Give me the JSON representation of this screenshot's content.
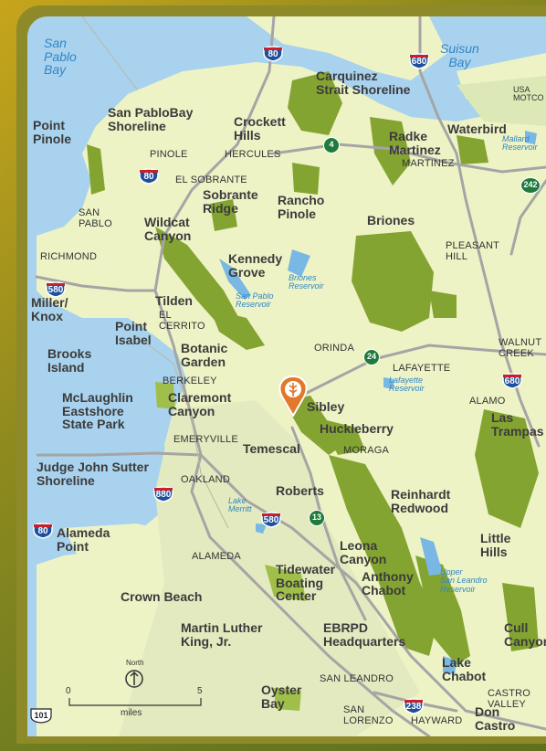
{
  "water_labels": [
    {
      "id": "san-pablo-bay",
      "text": "San\nPablo\nBay"
    },
    {
      "id": "suisun-bay",
      "text": "Suisun\nBay"
    },
    {
      "id": "lake-merritt",
      "text": "Lake\nMerritt"
    },
    {
      "id": "briones-reservoir",
      "text": "Briones\nReservoir"
    },
    {
      "id": "san-pablo-reservoir",
      "text": "San Pablo\nReservoir"
    },
    {
      "id": "lafayette-reservoir",
      "text": "Lafayette\nReservoir"
    },
    {
      "id": "mallard-reservoir",
      "text": "Mallard\nReservoir"
    },
    {
      "id": "upper-san-leandro-reservoir",
      "text": "Upper\nSan Leandro\nReservoir"
    }
  ],
  "park_labels": [
    {
      "id": "carquinez",
      "text": "Carquinez\nStrait Shoreline"
    },
    {
      "id": "san-pablobay-shoreline",
      "text": "San PabloBay\nShoreline"
    },
    {
      "id": "crockett-hills",
      "text": "Crockett\nHills"
    },
    {
      "id": "radke-martinez",
      "text": "Radke\nMartinez"
    },
    {
      "id": "waterbird",
      "text": "Waterbird"
    },
    {
      "id": "point-pinole",
      "text": "Point\nPinole"
    },
    {
      "id": "sobrante-ridge",
      "text": "Sobrante\nRidge"
    },
    {
      "id": "rancho-pinole",
      "text": "Rancho\nPinole"
    },
    {
      "id": "wildcat-canyon",
      "text": "Wildcat\nCanyon"
    },
    {
      "id": "briones",
      "text": "Briones"
    },
    {
      "id": "kennedy-grove",
      "text": "Kennedy\nGrove"
    },
    {
      "id": "miller-knox",
      "text": "Miller/\nKnox"
    },
    {
      "id": "tilden",
      "text": "Tilden"
    },
    {
      "id": "point-isabel",
      "text": "Point\nIsabel"
    },
    {
      "id": "brooks-island",
      "text": "Brooks\nIsland"
    },
    {
      "id": "botanic-garden",
      "text": "Botanic\nGarden"
    },
    {
      "id": "mclaughlin",
      "text": "McLaughlin\nEastshore\nState Park"
    },
    {
      "id": "claremont-canyon",
      "text": "Claremont\nCanyon"
    },
    {
      "id": "sibley",
      "text": "Sibley"
    },
    {
      "id": "huckleberry",
      "text": "Huckleberry"
    },
    {
      "id": "las-trampas",
      "text": "Las\nTrampas"
    },
    {
      "id": "temescal",
      "text": "Temescal"
    },
    {
      "id": "judge-john-sutter",
      "text": "Judge John Sutter\nShoreline"
    },
    {
      "id": "roberts",
      "text": "Roberts"
    },
    {
      "id": "reinhardt-redwood",
      "text": "Reinhardt\nRedwood"
    },
    {
      "id": "alameda-point",
      "text": "Alameda\nPoint"
    },
    {
      "id": "little-hills",
      "text": "Little\nHills"
    },
    {
      "id": "leona-canyon",
      "text": "Leona\nCanyon"
    },
    {
      "id": "tidewater",
      "text": "Tidewater\nBoating\nCenter"
    },
    {
      "id": "anthony-chabot",
      "text": "Anthony\nChabot"
    },
    {
      "id": "crown-beach",
      "text": "Crown Beach"
    },
    {
      "id": "martin-luther-king",
      "text": "Martin Luther\nKing, Jr."
    },
    {
      "id": "ebrpd-hq",
      "text": "EBRPD\nHeadquarters"
    },
    {
      "id": "cull-canyon",
      "text": "Cull\nCanyon"
    },
    {
      "id": "lake-chabot",
      "text": "Lake\nChabot"
    },
    {
      "id": "oyster-bay",
      "text": "Oyster\nBay"
    },
    {
      "id": "don-castro",
      "text": "Don\nCastro"
    }
  ],
  "city_labels": [
    {
      "id": "usa-motco",
      "text": "USA\nMOTCO"
    },
    {
      "id": "pinole",
      "text": "PINOLE"
    },
    {
      "id": "hercules",
      "text": "HERCULES"
    },
    {
      "id": "martinez",
      "text": "MARTINEZ"
    },
    {
      "id": "el-sobrante",
      "text": "EL SOBRANTE"
    },
    {
      "id": "san-pablo",
      "text": "SAN\nPABLO"
    },
    {
      "id": "richmond",
      "text": "RICHMOND"
    },
    {
      "id": "pleasant-hill",
      "text": "PLEASANT\nHILL"
    },
    {
      "id": "el-cerrito",
      "text": "EL\nCERRITO"
    },
    {
      "id": "orinda",
      "text": "ORINDA"
    },
    {
      "id": "walnut-creek",
      "text": "WALNUT\nCREEK"
    },
    {
      "id": "lafayette",
      "text": "LAFAYETTE"
    },
    {
      "id": "berkeley",
      "text": "BERKELEY"
    },
    {
      "id": "alamo",
      "text": "ALAMO"
    },
    {
      "id": "emeryville",
      "text": "EMERYVILLE"
    },
    {
      "id": "moraga",
      "text": "MORAGA"
    },
    {
      "id": "oakland",
      "text": "OAKLAND"
    },
    {
      "id": "alameda",
      "text": "ALAMEDA"
    },
    {
      "id": "san-leandro",
      "text": "SAN LEANDRO"
    },
    {
      "id": "castro-valley",
      "text": "CASTRO\nVALLEY"
    },
    {
      "id": "san-lorenzo",
      "text": "SAN\nLORENZO"
    },
    {
      "id": "hayward",
      "text": "HAYWARD"
    }
  ],
  "highway_shields": [
    {
      "id": "i80-north",
      "number": "80",
      "kind": "interstate"
    },
    {
      "id": "i680-north",
      "number": "680",
      "kind": "interstate"
    },
    {
      "id": "i80-mid",
      "number": "80",
      "kind": "interstate"
    },
    {
      "id": "i580-richmond",
      "number": "580",
      "kind": "interstate"
    },
    {
      "id": "i680-walnut",
      "number": "680",
      "kind": "interstate"
    },
    {
      "id": "i880",
      "number": "880",
      "kind": "interstate"
    },
    {
      "id": "i580-oakland",
      "number": "580",
      "kind": "interstate"
    },
    {
      "id": "i80-alameda",
      "number": "80",
      "kind": "interstate"
    },
    {
      "id": "i238",
      "number": "238",
      "kind": "interstate"
    },
    {
      "id": "sr4",
      "number": "4",
      "kind": "state"
    },
    {
      "id": "sr242",
      "number": "242",
      "kind": "state"
    },
    {
      "id": "sr24",
      "number": "24",
      "kind": "state"
    },
    {
      "id": "sr13",
      "number": "13",
      "kind": "state"
    },
    {
      "id": "us101",
      "number": "101",
      "kind": "us"
    }
  ],
  "legend": {
    "north_label": "North",
    "scale_start": "0",
    "scale_end": "5",
    "scale_unit": "miles"
  },
  "colors": {
    "land": "#eef3c6",
    "land_light": "#f4f7dd",
    "water": "#a9d2ee",
    "water_deep": "#79b8e4",
    "park": "#84a432",
    "urban": "#dfe6b8",
    "road": "#a5a5a5",
    "pin": "#e2782a"
  },
  "icons": {
    "location_pin": "regional-park-pin-icon",
    "north_arrow": "north-arrow-icon"
  }
}
